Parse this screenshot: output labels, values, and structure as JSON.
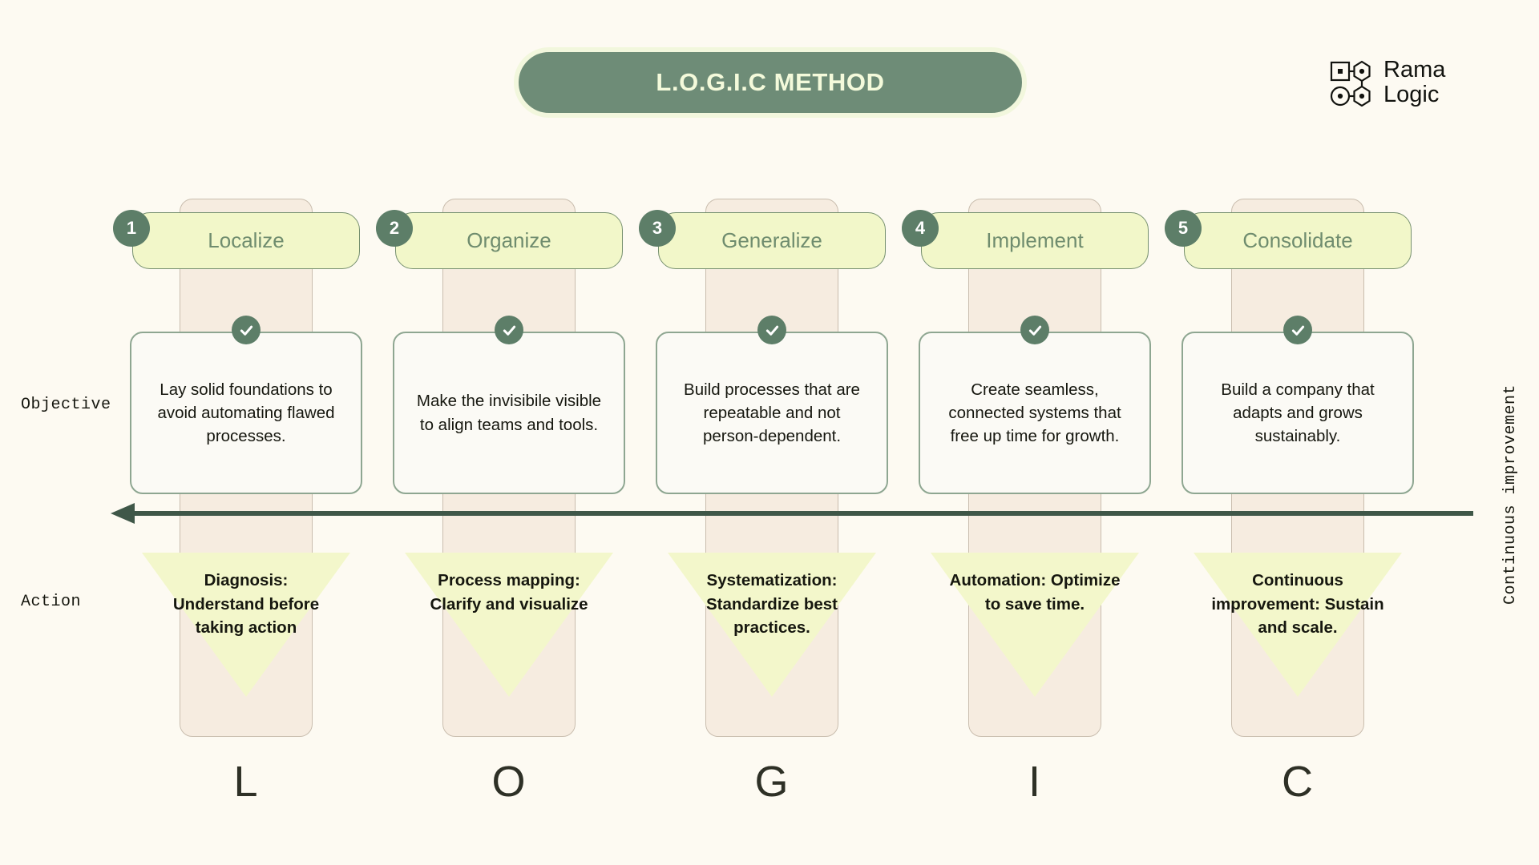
{
  "header": {
    "title": "L.O.G.I.C METHOD",
    "logo": {
      "line1": "Rama",
      "line2": "Logic",
      "mark": "node-graph-icon"
    }
  },
  "axis_labels": {
    "row_objective": "Objective",
    "row_action": "Action",
    "vertical_right": "Continuous improvement"
  },
  "arrow": {
    "direction": "left",
    "color": "#3f5748"
  },
  "colors": {
    "page_bg": "#fdfaf2",
    "title_pill_bg": "#6e8c77",
    "title_pill_border": "#f2f7dd",
    "title_text": "#f4fadb",
    "step_pill_bg": "#f2f7c9",
    "step_pill_border": "#76906f",
    "step_label_text": "#6f8c6e",
    "badge_bg": "#5d7e68",
    "column_bg": "#f6ece0",
    "column_border": "#c9bdae",
    "card_bg": "#fbfaf5",
    "card_border": "#8ea691",
    "funnel_fill": "#f3f7cb",
    "big_letter": "#2e3026"
  },
  "steps": [
    {
      "number": "1",
      "label": "Localize",
      "letter": "L",
      "objective": "Lay solid foundations to avoid automating flawed processes.",
      "action": "Diagnosis: Understand before taking action",
      "check": "check-icon"
    },
    {
      "number": "2",
      "label": "Organize",
      "letter": "O",
      "objective": "Make the invisibile visible to align teams and tools.",
      "action": "Process mapping: Clarify and visualize",
      "check": "check-icon"
    },
    {
      "number": "3",
      "label": "Generalize",
      "letter": "G",
      "objective": "Build processes that are repeatable and not person-dependent.",
      "action": "Systematization: Standardize best practices.",
      "check": "check-icon"
    },
    {
      "number": "4",
      "label": "Implement",
      "letter": "I",
      "objective": "Create seamless, connected systems that free up time for growth.",
      "action": "Automation: Optimize to save time.",
      "check": "check-icon"
    },
    {
      "number": "5",
      "label": "Consolidate",
      "letter": "C",
      "objective": "Build a company that adapts and grows sustainably.",
      "action": "Continuous improvement: Sustain and scale.",
      "check": "check-icon"
    }
  ]
}
